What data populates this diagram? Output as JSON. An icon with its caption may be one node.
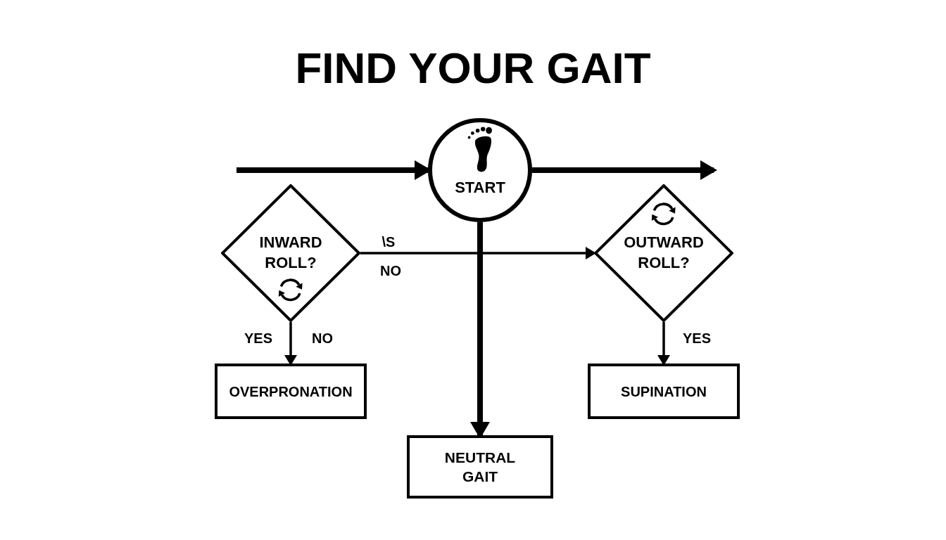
{
  "diagram": {
    "title": "FIND YOUR GAIT",
    "nodes": [
      {
        "text": [
          "START"
        ]
      },
      {
        "text": [
          "INWARD ROLL?"
        ]
      },
      {
        "text": [
          "OUTWARD ROLL?"
        ]
      },
      {
        "text": [
          "OVERPRONATION"
        ]
      },
      {
        "text": [
          "SUPINATION"
        ]
      },
      {
        "text": [
          "NEUTRAL GAIT"
        ]
      }
    ],
    "edges": [
      {
        "from": null,
        "to": 0,
        "arrow": "to",
        "style": "thick"
      },
      {
        "from": 0,
        "to": null,
        "arrow": "to",
        "style": "thick"
      },
      {
        "from": 0,
        "to": 5,
        "arrow": "to",
        "style": "thick"
      },
      {
        "from": 1,
        "to": 2,
        "arrow": "to",
        "label": "\\S"
      },
      {
        "from": 1,
        "to": 3,
        "arrow": "to",
        "label": "YES"
      },
      {
        "from": 2,
        "to": 4,
        "arrow": "to",
        "label": "YES"
      }
    ],
    "labels": [
      "NO",
      "NO"
    ]
  }
}
